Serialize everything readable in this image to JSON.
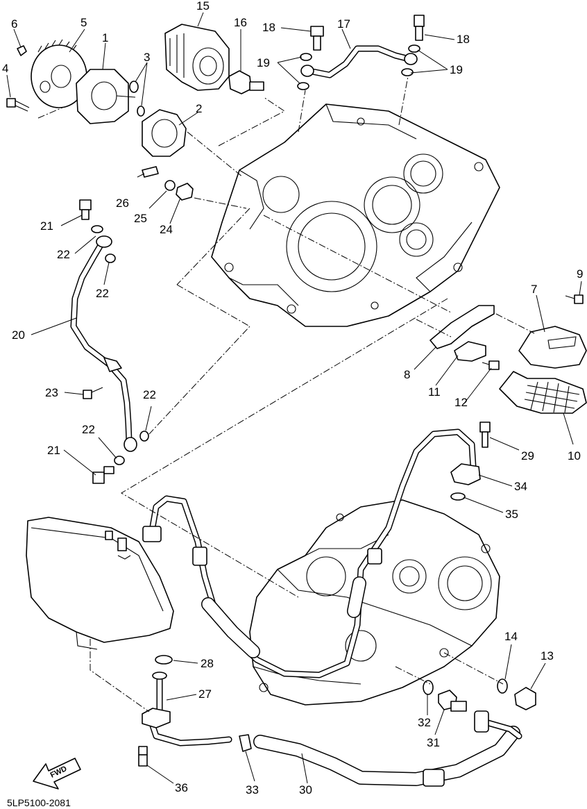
{
  "diagram": {
    "code": "5LP5100-2081",
    "fwd_label": "FWD",
    "callouts": {
      "c1": "1",
      "c2": "2",
      "c3": "3",
      "c4": "4",
      "c5": "5",
      "c6": "6",
      "c7": "7",
      "c8": "8",
      "c9": "9",
      "c10": "10",
      "c11": "11",
      "c12": "12",
      "c13": "13",
      "c14": "14",
      "c15": "15",
      "c16": "16",
      "c17": "17",
      "c18a": "18",
      "c18b": "18",
      "c19a": "19",
      "c19b": "19",
      "c20": "20",
      "c21a": "21",
      "c21b": "21",
      "c22a": "22",
      "c22b": "22",
      "c22c": "22",
      "c22d": "22",
      "c23": "23",
      "c24": "24",
      "c25": "25",
      "c26": "26",
      "c27": "27",
      "c28": "28",
      "c29": "29",
      "c30": "30",
      "c31": "31",
      "c32": "32",
      "c33": "33",
      "c34": "34",
      "c35": "35",
      "c36": "36"
    }
  }
}
